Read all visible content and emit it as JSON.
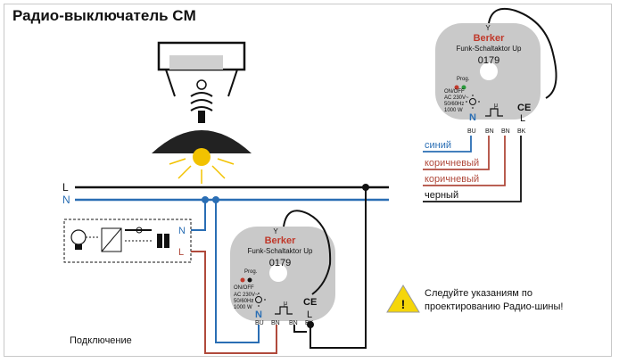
{
  "title": "Радио-выключатель CM",
  "caption": "Подключение",
  "notice": {
    "line1": "Следуйте указаниям по",
    "line2": "проектированию Радио-шины!",
    "icon": "warning-triangle-icon"
  },
  "lines": {
    "l": "L",
    "n": "N"
  },
  "load_block": {
    "n": "N",
    "l": "L"
  },
  "module_top": {
    "brand": "Berker",
    "model": "Funk-Schaltaktor Up",
    "code": "0179",
    "prog": "Prog.",
    "onoff": "ON/OFF",
    "spec1": "AC 230V~",
    "spec2": "50/60Hz",
    "spec3": "1000 W",
    "n": "N",
    "l": "L",
    "mu": "μ",
    "ce": "CE",
    "t1": "BU",
    "t2": "BN",
    "t3": "BN",
    "t4": "BK"
  },
  "module_bottom": {
    "brand": "Berker",
    "model": "Funk-Schaltaktor Up",
    "code": "0179",
    "prog": "Prog.",
    "onoff": "ON/OFF",
    "spec1": "AC 230V~",
    "spec2": "50/60Hz",
    "spec3": "1000 W",
    "n": "N",
    "l": "L",
    "mu": "μ",
    "ce": "CE",
    "t1": "BU",
    "t2": "BN",
    "t3": "BN",
    "t4": "BK"
  },
  "wire_labels": {
    "blue": "синий",
    "brown1": "коричневый",
    "brown2": "коричневый",
    "black": "черный"
  },
  "colors": {
    "blue": "#2a6eb4",
    "brown": "#b04a3c",
    "black": "#111111",
    "module": "#c9c9c9",
    "brand": "#c0392b",
    "warning": "#f5d60a",
    "light": "#f2c200"
  }
}
